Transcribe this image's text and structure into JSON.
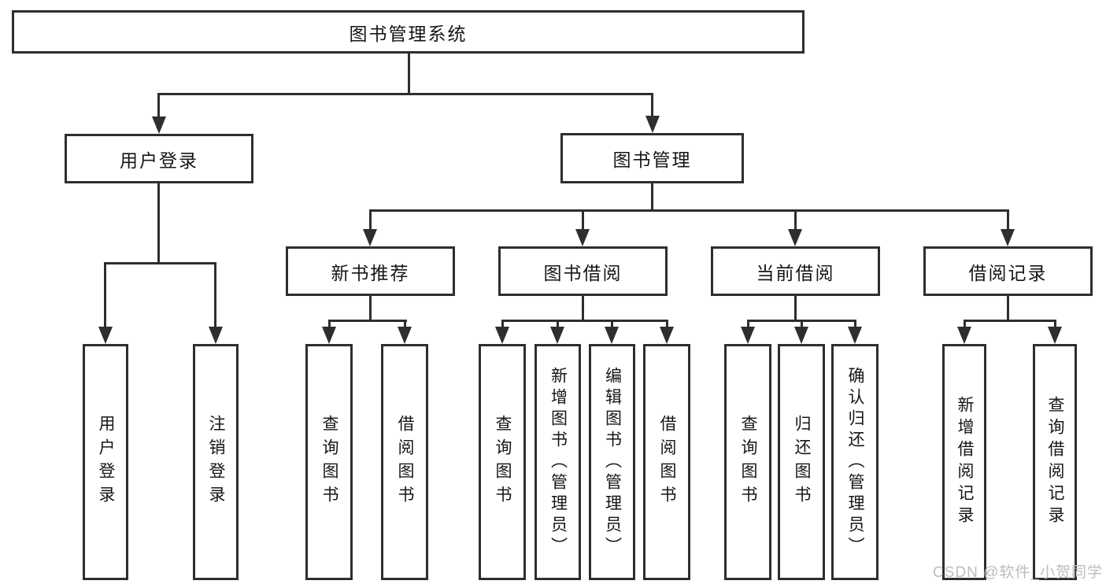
{
  "diagram": {
    "root_label": "图书管理系统",
    "user_branch": {
      "label": "用户登录",
      "children": [
        "用户登录",
        "注销登录"
      ]
    },
    "book_branch": {
      "label": "图书管理",
      "groups": [
        {
          "label": "新书推荐",
          "children": [
            "查询图书",
            "借阅图书"
          ]
        },
        {
          "label": "图书借阅",
          "children": [
            "查询图书",
            "新增图书（管理员）",
            "编辑图书（管理员）",
            "借阅图书"
          ]
        },
        {
          "label": "当前借阅",
          "children": [
            "查询图书",
            "归还图书",
            "确认归还（管理员）"
          ]
        },
        {
          "label": "借阅记录",
          "children": [
            "新增借阅记录",
            "查询借阅记录"
          ]
        }
      ]
    }
  },
  "watermark": "CSDN @软件_小贺同学",
  "colors": {
    "line": "#2e2e2e",
    "text": "#161616",
    "watermark": "#bdbdbd",
    "background": "#ffffff"
  }
}
